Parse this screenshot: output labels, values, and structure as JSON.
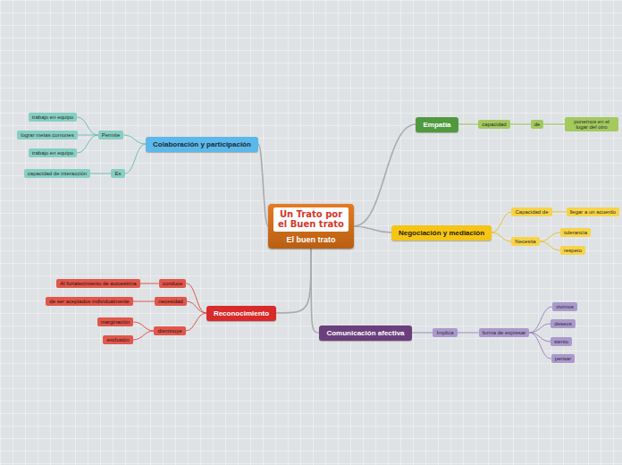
{
  "diagram": {
    "nodes": [
      {
        "text": [
          "Un Trato por el Buen trato",
          "El buen trato"
        ]
      },
      {
        "text": [
          "Empatía"
        ]
      },
      {
        "text": [
          "capacidad"
        ]
      },
      {
        "text": [
          "de"
        ]
      },
      {
        "text": [
          "ponernos en el lugar del otro"
        ]
      },
      {
        "text": [
          "Colaboración y participación"
        ]
      },
      {
        "text": [
          "Permite"
        ]
      },
      {
        "text": [
          "trabajo en equipo"
        ]
      },
      {
        "text": [
          "lograr metas comunes"
        ]
      },
      {
        "text": [
          "trabajo en equipo"
        ]
      },
      {
        "text": [
          "Es"
        ]
      },
      {
        "text": [
          "capacidad de interacción"
        ]
      },
      {
        "text": [
          "Negociación y mediación"
        ]
      },
      {
        "text": [
          "Capacidad de"
        ]
      },
      {
        "text": [
          "llegar a un acuerdo"
        ]
      },
      {
        "text": [
          "Necesita"
        ]
      },
      {
        "text": [
          "tolerancia"
        ]
      },
      {
        "text": [
          "respeto"
        ]
      },
      {
        "text": [
          "Reconocimiento"
        ]
      },
      {
        "text": [
          "conduce"
        ]
      },
      {
        "text": [
          "Al fortalecimiento de autoestima"
        ]
      },
      {
        "text": [
          "necesidad"
        ]
      },
      {
        "text": [
          "de ser aceptados individualmente"
        ]
      },
      {
        "text": [
          "disminuye"
        ]
      },
      {
        "text": [
          "marginación"
        ]
      },
      {
        "text": [
          "exclusión"
        ]
      },
      {
        "text": [
          "Comunicación afectiva"
        ]
      },
      {
        "text": [
          "Implica"
        ]
      },
      {
        "text": [
          "forma de expresar"
        ]
      },
      {
        "text": [
          "vivimos"
        ]
      },
      {
        "text": [
          "deseos"
        ]
      },
      {
        "text": [
          "siento"
        ]
      },
      {
        "text": [
          "pensar"
        ]
      }
    ],
    "edges": [
      {
        "from": 0,
        "to": 1,
        "arrow": "none"
      },
      {
        "from": 1,
        "to": 2,
        "arrow": "none"
      },
      {
        "from": 2,
        "to": 3,
        "arrow": "none"
      },
      {
        "from": 3,
        "to": 4,
        "arrow": "none"
      },
      {
        "from": 0,
        "to": 5,
        "arrow": "none"
      },
      {
        "from": 5,
        "to": 6,
        "arrow": "none"
      },
      {
        "from": 6,
        "to": 7,
        "arrow": "none"
      },
      {
        "from": 6,
        "to": 8,
        "arrow": "none"
      },
      {
        "from": 6,
        "to": 9,
        "arrow": "none"
      },
      {
        "from": 5,
        "to": 10,
        "arrow": "none"
      },
      {
        "from": 10,
        "to": 11,
        "arrow": "none"
      },
      {
        "from": 0,
        "to": 12,
        "arrow": "none"
      },
      {
        "from": 12,
        "to": 13,
        "arrow": "none"
      },
      {
        "from": 13,
        "to": 14,
        "arrow": "none"
      },
      {
        "from": 12,
        "to": 15,
        "arrow": "none"
      },
      {
        "from": 15,
        "to": 16,
        "arrow": "none"
      },
      {
        "from": 15,
        "to": 17,
        "arrow": "none"
      },
      {
        "from": 0,
        "to": 18,
        "arrow": "none"
      },
      {
        "from": 18,
        "to": 19,
        "arrow": "none"
      },
      {
        "from": 19,
        "to": 20,
        "arrow": "none"
      },
      {
        "from": 18,
        "to": 21,
        "arrow": "none"
      },
      {
        "from": 21,
        "to": 22,
        "arrow": "none"
      },
      {
        "from": 18,
        "to": 23,
        "arrow": "none"
      },
      {
        "from": 23,
        "to": 24,
        "arrow": "none"
      },
      {
        "from": 23,
        "to": 25,
        "arrow": "none"
      },
      {
        "from": 0,
        "to": 26,
        "arrow": "none"
      },
      {
        "from": 26,
        "to": 27,
        "arrow": "none"
      },
      {
        "from": 27,
        "to": 28,
        "arrow": "none"
      },
      {
        "from": 28,
        "to": 29,
        "arrow": "none"
      },
      {
        "from": 28,
        "to": 30,
        "arrow": "none"
      },
      {
        "from": 28,
        "to": 31,
        "arrow": "none"
      },
      {
        "from": 28,
        "to": 32,
        "arrow": "none"
      }
    ]
  }
}
